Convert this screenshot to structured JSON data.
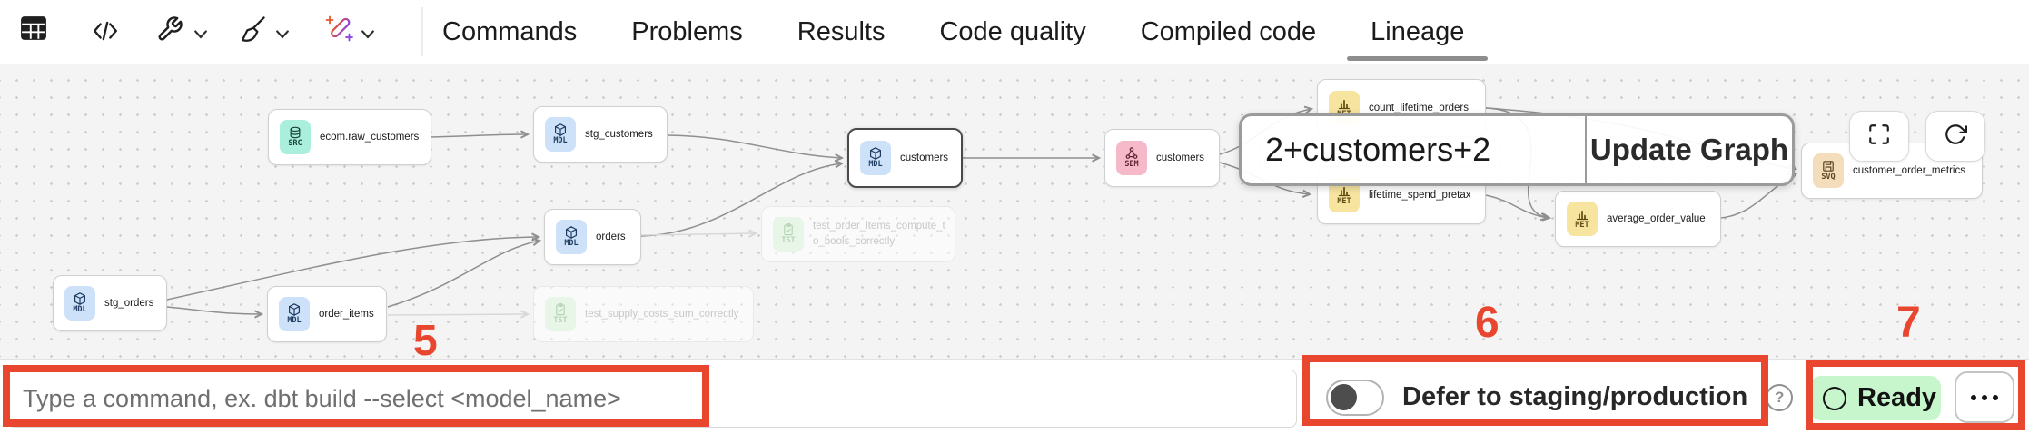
{
  "toolbar": {
    "icons": [
      "table-icon",
      "code-icon",
      "wrench-icon",
      "broom-icon",
      "magic-wand-icon"
    ],
    "help_glyph": "?"
  },
  "tabs": {
    "items": [
      "Commands",
      "Problems",
      "Results",
      "Code quality",
      "Compiled code",
      "Lineage"
    ],
    "active": "Lineage"
  },
  "lineage": {
    "nodes": [
      {
        "id": "src_ecom",
        "badge": "SRC",
        "icon": "database",
        "label": "ecom.raw_customers"
      },
      {
        "id": "stg_customers",
        "badge": "MDL",
        "icon": "cube",
        "label": "stg_customers"
      },
      {
        "id": "orders",
        "badge": "MDL",
        "icon": "cube",
        "label": "orders"
      },
      {
        "id": "customers_mdl",
        "badge": "MDL",
        "icon": "cube",
        "label": "customers",
        "selected": true
      },
      {
        "id": "tst_order_items",
        "badge": "TST",
        "icon": "clipboard",
        "label": "test_order_items_compute_to_bools_correctly",
        "faded": true
      },
      {
        "id": "stg_orders",
        "badge": "MDL",
        "icon": "cube",
        "label": "stg_orders"
      },
      {
        "id": "order_items",
        "badge": "MDL",
        "icon": "cube",
        "label": "order_items"
      },
      {
        "id": "tst_supply",
        "badge": "TST",
        "icon": "clipboard",
        "label": "test_supply_costs_sum_correctly",
        "faded": true
      },
      {
        "id": "customers_sem",
        "badge": "SEM",
        "icon": "share",
        "label": "customers"
      },
      {
        "id": "count_lifetime_orders",
        "badge": "MET",
        "icon": "chart",
        "label": "count_lifetime_orders"
      },
      {
        "id": "lifetime_spend_pretax",
        "badge": "MET",
        "icon": "chart",
        "label": "lifetime_spend_pretax"
      },
      {
        "id": "average_order_value",
        "badge": "MET",
        "icon": "chart",
        "label": "average_order_value"
      },
      {
        "id": "customer_order_metrics",
        "badge": "SVQ",
        "icon": "floppy",
        "label": "customer_order_metrics"
      }
    ],
    "edges": [
      {
        "from": "src_ecom",
        "to": "stg_customers",
        "faded": false
      },
      {
        "from": "stg_customers",
        "to": "customers_mdl",
        "faded": false
      },
      {
        "from": "orders",
        "to": "customers_mdl",
        "faded": false
      },
      {
        "from": "stg_orders",
        "to": "orders",
        "faded": false
      },
      {
        "from": "stg_orders",
        "to": "order_items",
        "faded": false
      },
      {
        "from": "order_items",
        "to": "orders",
        "faded": false
      },
      {
        "from": "order_items",
        "to": "tst_supply",
        "faded": true
      },
      {
        "from": "orders",
        "to": "tst_order_items",
        "faded": true
      },
      {
        "from": "customers_mdl",
        "to": "customers_sem",
        "faded": false
      },
      {
        "from": "customers_sem",
        "to": "count_lifetime_orders",
        "faded": false
      },
      {
        "from": "customers_sem",
        "to": "lifetime_spend_pretax",
        "faded": false
      },
      {
        "from": "count_lifetime_orders",
        "to": "average_order_value",
        "faded": false
      },
      {
        "from": "lifetime_spend_pretax",
        "to": "average_order_value",
        "faded": false
      },
      {
        "from": "count_lifetime_orders",
        "to": "customer_order_metrics",
        "faded": false
      },
      {
        "from": "average_order_value",
        "to": "customer_order_metrics",
        "faded": false
      }
    ],
    "selector": {
      "selection_text": "2+customers+2",
      "button_label": "Update Graph"
    }
  },
  "bottom_bar": {
    "command_placeholder": "Type a command, ex. dbt build --select <model_name>",
    "defer_label": "Defer to staging/production",
    "defer_toggle_state": "off",
    "ready_label": "Ready"
  },
  "annotations": {
    "labels": [
      "5",
      "6",
      "7"
    ],
    "color": "#e8462e"
  },
  "colors": {
    "badge_src_bg": "#a9efdc",
    "badge_mdl_bg": "#cde1f9",
    "badge_sem_bg": "#f6b9c9",
    "badge_met_bg": "#f7e49f",
    "badge_tst_bg": "#e7f6e7",
    "badge_svq_bg": "#f3ddba",
    "ready_bg": "#c7f6cd",
    "annotation_red": "#e8462e",
    "tab_underline": "#8d8d8d"
  }
}
